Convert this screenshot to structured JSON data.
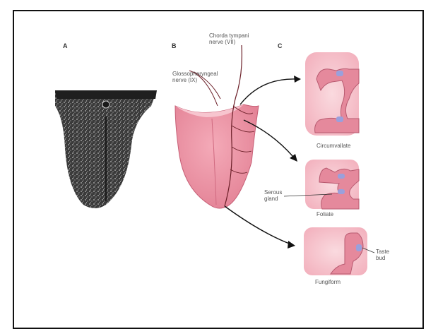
{
  "figure": {
    "panels": {
      "a": "A",
      "b": "B",
      "c": "C"
    },
    "labels": {
      "chorda_line1": "Chorda tympani",
      "chorda_line2": "nerve (VII)",
      "glosso_line1": "Glossopharyngeal",
      "glosso_line2": "nerve (IX)",
      "circumvallate": "Circumvallate",
      "serous_line1": "Serous",
      "serous_line2": "gland",
      "foliate": "Foliate",
      "taste_line1": "Taste",
      "taste_line2": "bud",
      "fungiform": "Fungiform"
    },
    "colors": {
      "tongue_fill": "#ee98a8",
      "tongue_dark": "#d86d82",
      "papilla_bg": "#f6b9c3",
      "papilla_tissue": "#e5899c",
      "taste_bud": "#9aa0dc",
      "nerve": "#6b1f28",
      "photo_dark": "#2a2a2a"
    }
  }
}
